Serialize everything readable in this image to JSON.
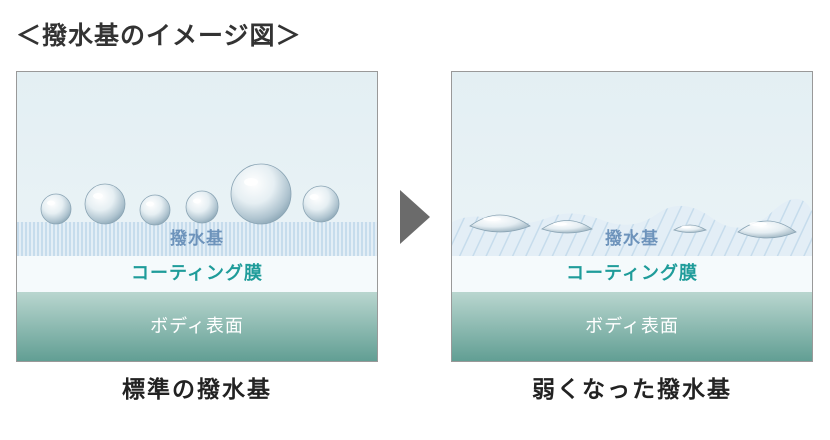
{
  "title": "＜撥水基のイメージ図＞",
  "colors": {
    "panel_bg": "#eaf2f4",
    "hydrophobic_stripes": "#c6dcec",
    "hydrophobic_text": "#6d93bb",
    "coating_bg": "#f5fafc",
    "coating_text": "#1f9c9a",
    "body_top": "#b7d3cc",
    "body_bottom": "#5e9c91",
    "body_text": "#ffffff",
    "arrow": "#6b6b6b"
  },
  "panels": [
    {
      "hydrophobic_label": "撥水基",
      "coating_label": "コーティング膜",
      "body_label": "ボディ表面",
      "caption": "標準の撥水基"
    },
    {
      "hydrophobic_label": "撥水基",
      "coating_label": "コーティング膜",
      "body_label": "ボディ表面",
      "caption": "弱くなった撥水基"
    }
  ]
}
